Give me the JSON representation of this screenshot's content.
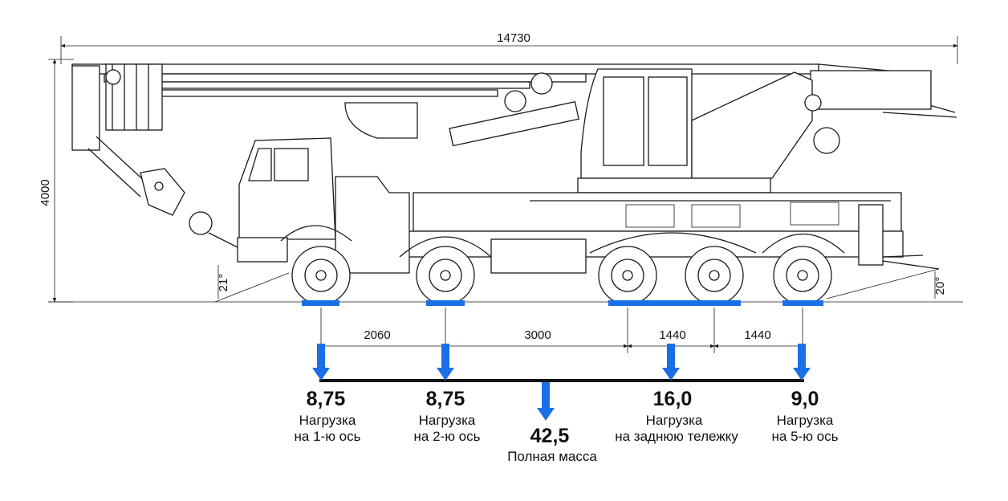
{
  "dimensions": {
    "overall_length": "14730",
    "overall_height": "4000",
    "approach_angle": "21°",
    "departure_angle": "20°",
    "spacing_1_2": "2060",
    "spacing_2_bogie": "3000",
    "spacing_3_4": "1440",
    "spacing_4_5": "1440"
  },
  "loads": [
    {
      "value": "8,75",
      "caption_1": "Нагрузка",
      "caption_2": "на 1-ю ось"
    },
    {
      "value": "8,75",
      "caption_1": "Нагрузка",
      "caption_2": "на 2-ю ось"
    },
    {
      "value": "16,0",
      "caption_1": "Нагрузка",
      "caption_2": "на заднюю тележку"
    },
    {
      "value": "9,0",
      "caption_1": "Нагрузка",
      "caption_2": "на 5-ю ось"
    }
  ],
  "total": {
    "value": "42,5",
    "caption": "Полная масса"
  },
  "colors": {
    "accent": "#1a6fe6",
    "line": "#1a1a1a"
  }
}
